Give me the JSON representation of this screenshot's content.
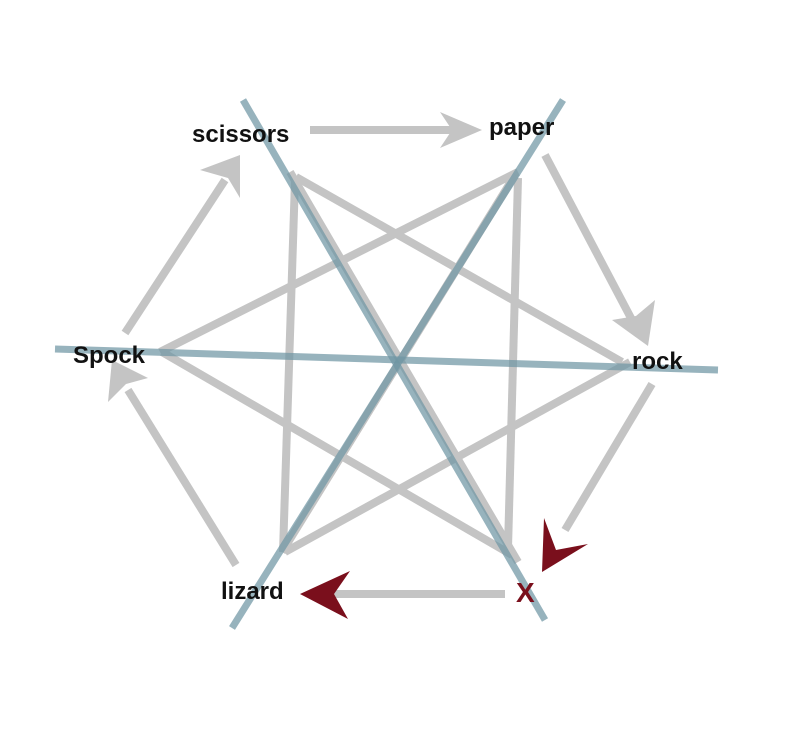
{
  "diagram": {
    "nodes": [
      {
        "id": "scissors",
        "label": "scissors"
      },
      {
        "id": "paper",
        "label": "paper"
      },
      {
        "id": "rock",
        "label": "rock"
      },
      {
        "id": "x",
        "label": "X"
      },
      {
        "id": "lizard",
        "label": "lizard"
      },
      {
        "id": "spock",
        "label": "Spock"
      }
    ],
    "highlight_color": "#7a0f1c",
    "edge_color": "#c4c4c4",
    "line_color": "#6f96a4"
  }
}
